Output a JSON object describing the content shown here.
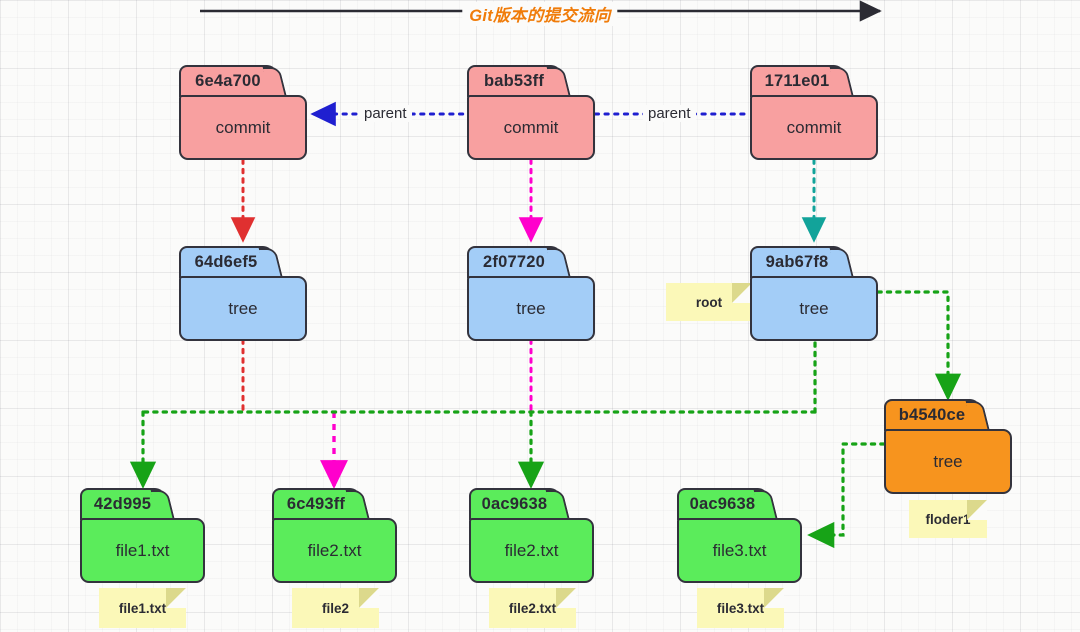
{
  "title": {
    "text": "Git版本的提交流向",
    "color": "#f07c0a"
  },
  "edge_labels": {
    "parent_1": "parent",
    "parent_2": "parent"
  },
  "colors": {
    "commit": "#f8a0a0",
    "tree": "#a3cdf7",
    "tree_folder": "#f7941e",
    "file": "#5bec5b",
    "note": "#fbf8b8",
    "stroke": "#33333d",
    "arrow_parent": "#1f1fd0",
    "arrow_red": "#e03030",
    "arrow_magenta": "#ff00cc",
    "arrow_teal": "#12a39a",
    "arrow_green": "#17a317",
    "title": "#f07c0a"
  },
  "nodes": {
    "commits": [
      {
        "id": "commit-6e4a700",
        "hash": "6e4a700",
        "label": "commit"
      },
      {
        "id": "commit-bab53ff",
        "hash": "bab53ff",
        "label": "commit"
      },
      {
        "id": "commit-1711e01",
        "hash": "1711e01",
        "label": "commit"
      }
    ],
    "trees": [
      {
        "id": "tree-64d6ef5",
        "hash": "64d6ef5",
        "label": "tree"
      },
      {
        "id": "tree-2f07720",
        "hash": "2f07720",
        "label": "tree"
      },
      {
        "id": "tree-9ab67f8",
        "hash": "9ab67f8",
        "label": "tree",
        "note": "root"
      }
    ],
    "subtree": {
      "id": "tree-b4540ce",
      "hash": "b4540ce",
      "label": "tree",
      "note": "floder1"
    },
    "files": [
      {
        "id": "blob-42d995",
        "hash": "42d995",
        "label": "file1.txt",
        "note": "file1.txt"
      },
      {
        "id": "blob-6c493ff",
        "hash": "6c493ff",
        "label": "file2.txt",
        "note": "file2"
      },
      {
        "id": "blob-0ac9638-a",
        "hash": "0ac9638",
        "label": "file2.txt",
        "note": "file2.txt"
      },
      {
        "id": "blob-0ac9638-b",
        "hash": "0ac9638",
        "label": "file3.txt",
        "note": "file3.txt"
      }
    ]
  }
}
